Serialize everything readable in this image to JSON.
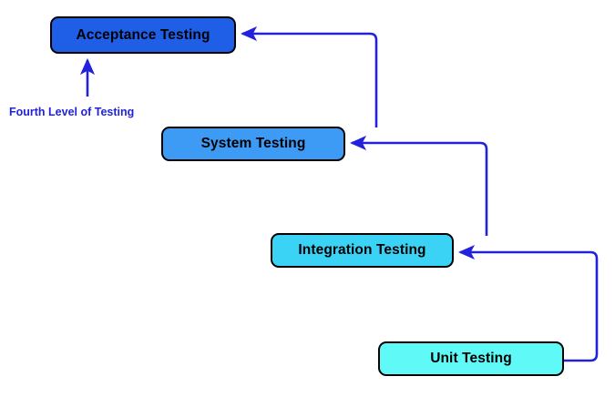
{
  "diagram": {
    "title_label": "Fourth Level of Testing",
    "accent_color": "#2222dd",
    "connector_color": "#2222dd",
    "border_color": "#000000",
    "background_color": "#ffffff",
    "nodes": [
      {
        "id": "acceptance",
        "label": "Acceptance Testing",
        "fill": "#1f5fe8"
      },
      {
        "id": "system",
        "label": "System Testing",
        "fill": "#3d9bf5"
      },
      {
        "id": "integration",
        "label": "Integration Testing",
        "fill": "#3ad2f5"
      },
      {
        "id": "unit",
        "label": "Unit Testing",
        "fill": "#5ffaf8"
      }
    ],
    "edges": [
      {
        "id": "system-to-acceptance",
        "from": "System Testing",
        "to": "Acceptance Testing"
      },
      {
        "id": "integration-to-system",
        "from": "Integration Testing",
        "to": "System Testing"
      },
      {
        "id": "unit-to-integration",
        "from": "Unit Testing",
        "to": "Integration Testing"
      },
      {
        "id": "label-to-acceptance",
        "from": "Fourth Level of Testing",
        "to": "Acceptance Testing"
      }
    ]
  }
}
